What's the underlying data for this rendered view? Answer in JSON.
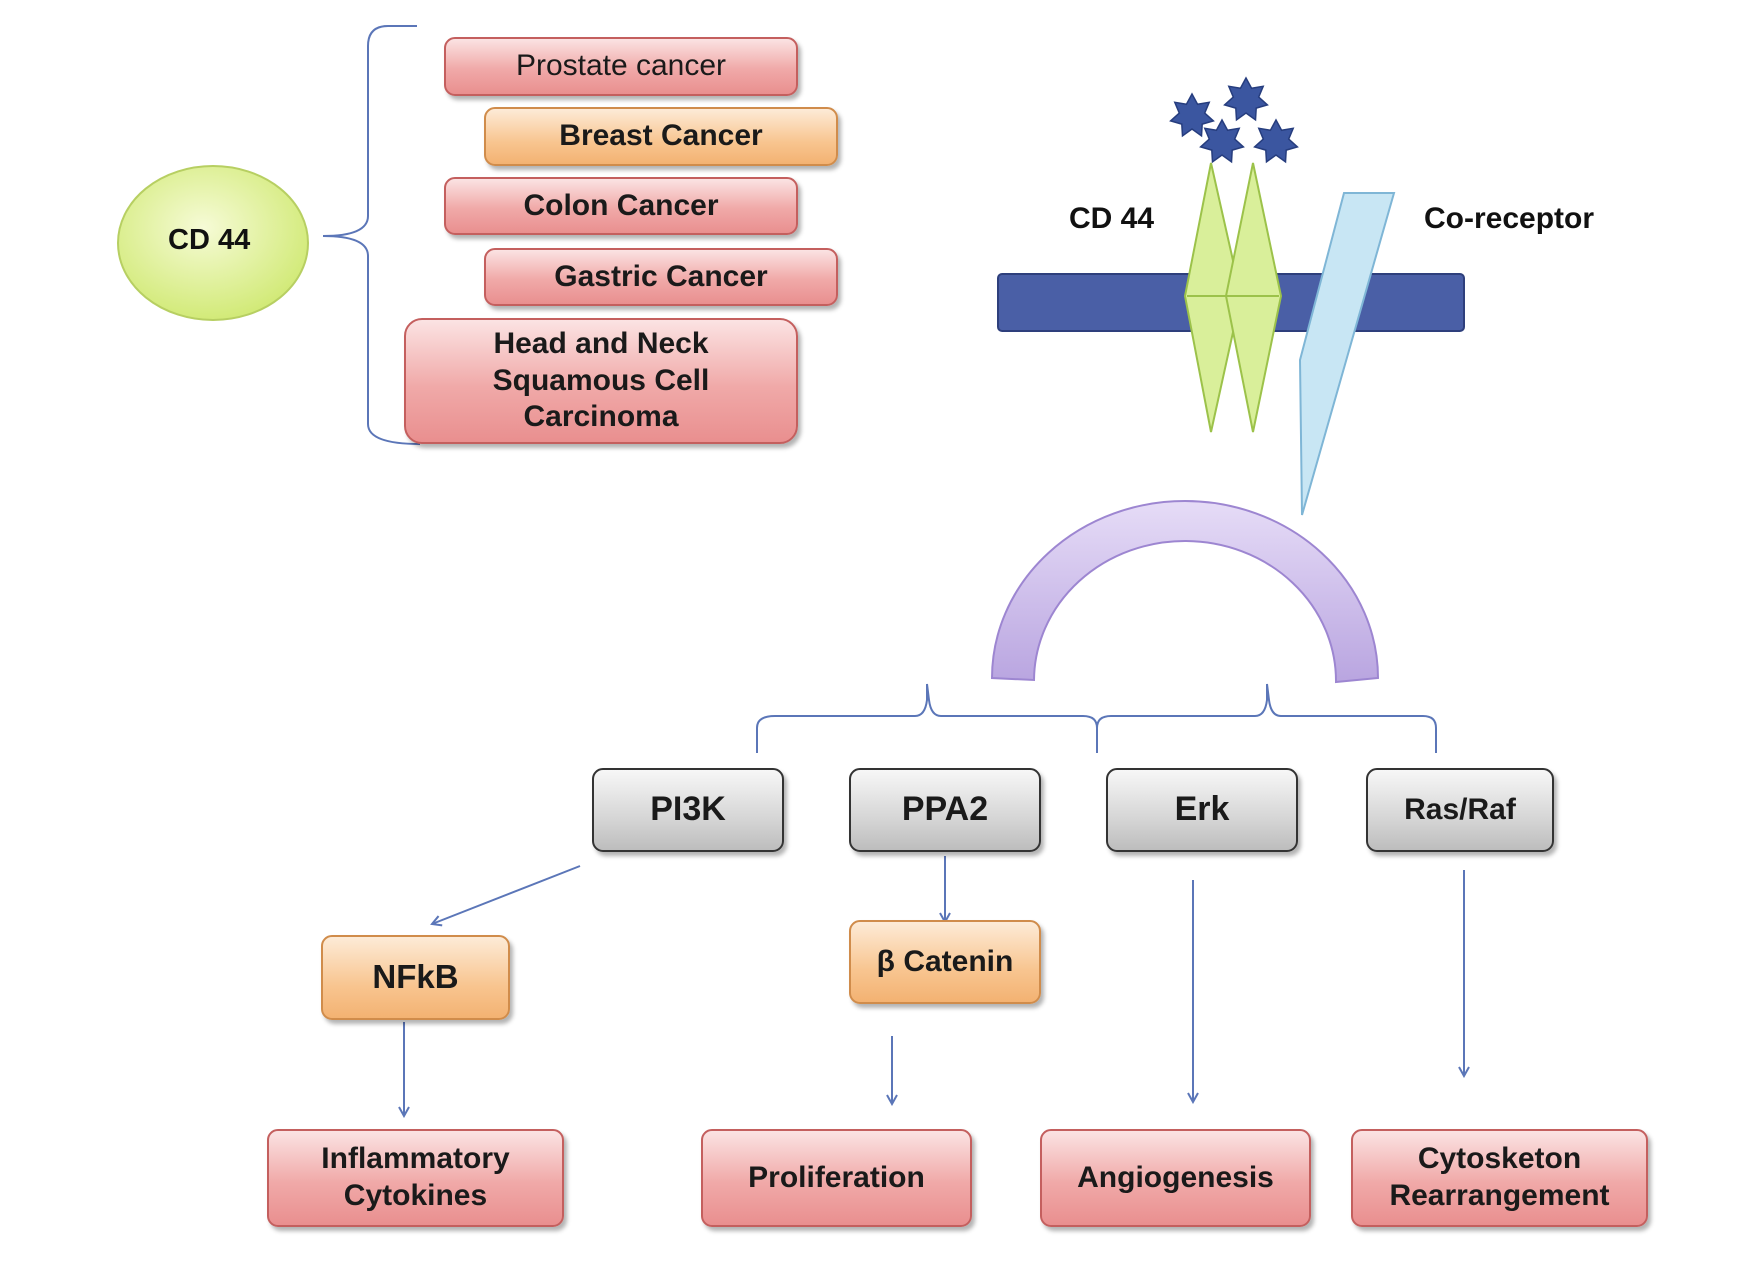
{
  "cd44_node": "CD 44",
  "cancers": [
    "Prostate cancer",
    "Breast Cancer",
    "Colon Cancer",
    "Gastric Cancer",
    "Head and Neck\nSquamous Cell\nCarcinoma"
  ],
  "receptor": {
    "cd44_label": "CD 44",
    "coreceptor_label": "Co-receptor"
  },
  "pathways": [
    "PI3K",
    "PPA2",
    "Erk",
    "Ras/Raf"
  ],
  "intermediates": {
    "nfkb": "NFkB",
    "beta_catenin": "β Catenin"
  },
  "outcomes": [
    "Inflammatory\nCytokines",
    "Proliferation",
    "Angiogenesis",
    "Cytosketon\nRearrangement"
  ],
  "colors": {
    "connector": "#5b76b8",
    "membrane": "#4a5fa6",
    "ligand": "#3b56a0",
    "cd44_protein": "#d9ef9a",
    "coreceptor": "#c8e6f4",
    "arc": "#c4b4e6"
  }
}
